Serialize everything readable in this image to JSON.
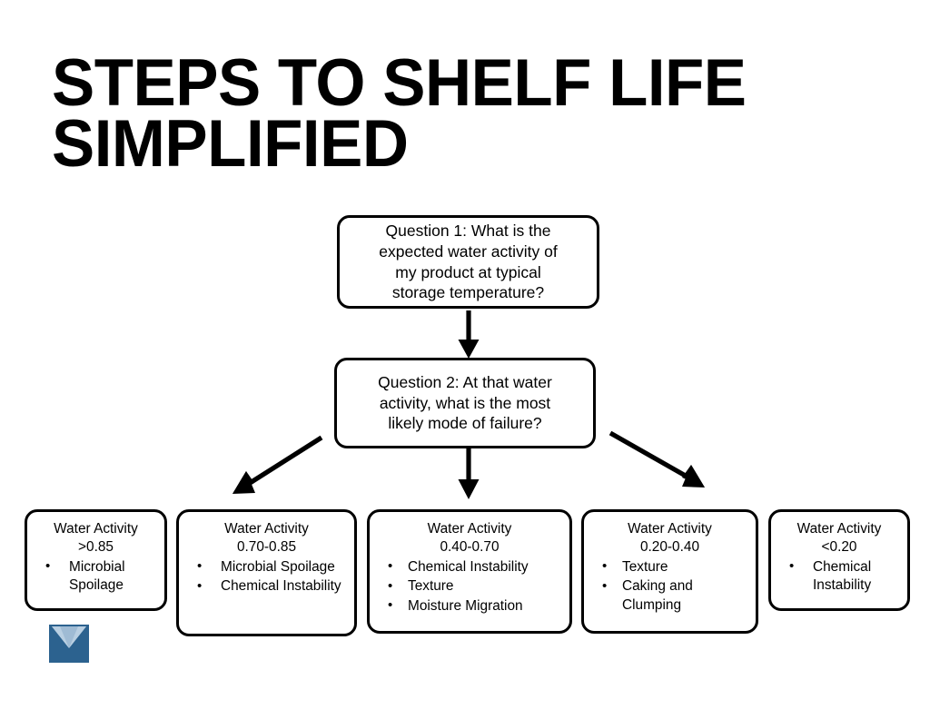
{
  "slide": {
    "title": "STEPS TO SHELF LIFE\nSIMPLIFIED",
    "background_color": "#ffffff",
    "text_color": "#000000"
  },
  "flowchart": {
    "type": "decision-tree",
    "questions": [
      {
        "id": "q1",
        "label": "Question 1: What is the\nexpected water activity of\nmy product at typical\nstorage temperature?"
      },
      {
        "id": "q2",
        "label": "Question 2: At that water\nactivity, what is the most\nlikely mode of failure?"
      }
    ],
    "outcomes": [
      {
        "id": "o1",
        "header": "Water Activity\n>0.85",
        "range": ">0.85",
        "bullets": [
          "Microbial Spoilage"
        ]
      },
      {
        "id": "o2",
        "header": "Water Activity\n0.70-0.85",
        "range": "0.70-0.85",
        "bullets": [
          "Microbial Spoilage",
          "Chemical Instability"
        ]
      },
      {
        "id": "o3",
        "header": "Water Activity\n0.40-0.70",
        "range": "0.40-0.70",
        "bullets": [
          "Chemical Instability",
          "Texture",
          "Moisture Migration"
        ]
      },
      {
        "id": "o4",
        "header": "Water Activity\n0.20-0.40",
        "range": "0.20-0.40",
        "bullets": [
          "Texture",
          "Caking and Clumping"
        ]
      },
      {
        "id": "o5",
        "header": "Water Activity\n<0.20",
        "range": "<0.20",
        "bullets": [
          "Chemical Instability"
        ]
      }
    ],
    "connectors": [
      {
        "id": "q1-to-q2",
        "from": "q1",
        "to": "q2",
        "direction": "down"
      },
      {
        "id": "q2-to-left",
        "from": "q2",
        "to": "o1",
        "direction": "down-left"
      },
      {
        "id": "q2-to-center",
        "from": "q2",
        "to": "o3",
        "direction": "down"
      },
      {
        "id": "q2-to-right",
        "from": "q2",
        "to": "o5",
        "direction": "down-right"
      }
    ],
    "node_border_color": "#000000",
    "arrow_color": "#000000"
  },
  "logo": {
    "name": "chevron-square-logo",
    "square_color": "#2c628f",
    "chevron_color": "#a8c0d6"
  }
}
